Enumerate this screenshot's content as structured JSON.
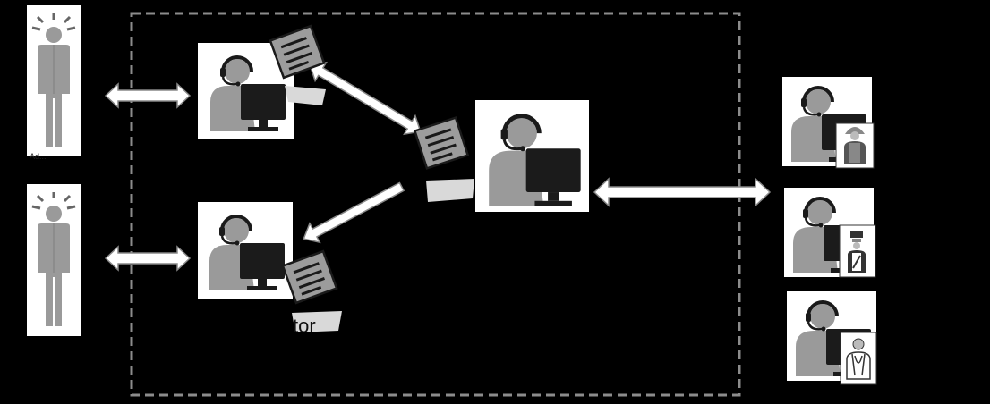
{
  "diagram": {
    "boundary": "dashed",
    "nodes": {
      "callers": [
        {
          "id": "caller-1",
          "figure": "standing-person-alert"
        },
        {
          "id": "caller-2",
          "figure": "standing-person-alert"
        }
      ],
      "call_takers": [
        {
          "id": "call-taker-1",
          "figure": "agent-headset-monitor"
        },
        {
          "id": "call-taker-2",
          "figure": "agent-headset-monitor"
        }
      ],
      "dispatcher": {
        "id": "dispatcher",
        "figure": "agent-headset-monitor-large"
      },
      "responders": [
        {
          "id": "responder-fire",
          "badge": "firefighter-icon"
        },
        {
          "id": "responder-police",
          "badge": "police-officer-icon"
        },
        {
          "id": "responder-medical",
          "badge": "doctor-icon"
        }
      ]
    },
    "edges": [
      {
        "from": "caller-1",
        "to": "call-taker-1",
        "style": "double-arrow"
      },
      {
        "from": "caller-2",
        "to": "call-taker-2",
        "style": "double-arrow"
      },
      {
        "from": "call-taker-1",
        "to": "dispatcher",
        "style": "double-arrow"
      },
      {
        "from": "dispatcher",
        "to": "call-taker-2",
        "style": "arrow"
      },
      {
        "from": "dispatcher",
        "to": "responders",
        "style": "double-arrow"
      }
    ],
    "icons": [
      "document-icon",
      "document-icon",
      "document-icon",
      "person-icon",
      "agent-headset-icon"
    ],
    "text_fragments": {
      "caller_1_snip": "Ad...",
      "call_taker_2_snip": "tor"
    }
  }
}
